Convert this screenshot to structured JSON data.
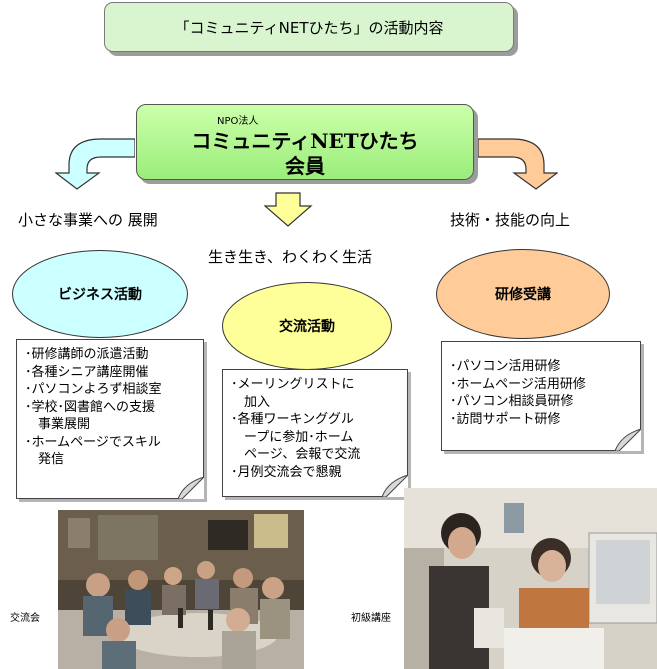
{
  "title": "「コミュニティNETひたち」の活動内容",
  "member": {
    "npo_label": "NPO法人",
    "name": "コミュニティNETひたち",
    "suffix": "会員"
  },
  "headings": {
    "left": "小さな事業への 展開",
    "center": "生き生き、わくわく生活",
    "right": "技術・技能の向上"
  },
  "activities": {
    "business": {
      "label": "ビジネス活動",
      "items": [
        "･研修講師の派遣活動",
        "･各種シニア講座開催",
        "･パソコンよろず相談室",
        "･学校･図書館への支援",
        "　事業展開",
        "･ホームページでスキル",
        "　発信"
      ]
    },
    "exchange": {
      "label": "交流活動",
      "items": [
        "･メーリングリストに",
        "　加入",
        "･各種ワーキンググル",
        "　ープに参加･ホーム",
        "　ページ、会報で交流",
        "･月例交流会で懇親"
      ]
    },
    "training": {
      "label": "研修受講",
      "items": [
        "･パソコン活用研修",
        "･ホームページ活用研修",
        "･パソコン相談員研修",
        "･訪問サポート研修"
      ]
    }
  },
  "photos": {
    "party_caption": "交流会",
    "class_caption": "初級講座"
  },
  "colors": {
    "title_bg": "#d8f5d0",
    "member_bg": "#aaf28a",
    "business_ellipse": "#ccffff",
    "exchange_ellipse": "#ffff99",
    "training_ellipse": "#ffcc99",
    "arrow_left": "#ccffff",
    "arrow_center": "#ffff99",
    "arrow_right": "#ffcc99"
  }
}
